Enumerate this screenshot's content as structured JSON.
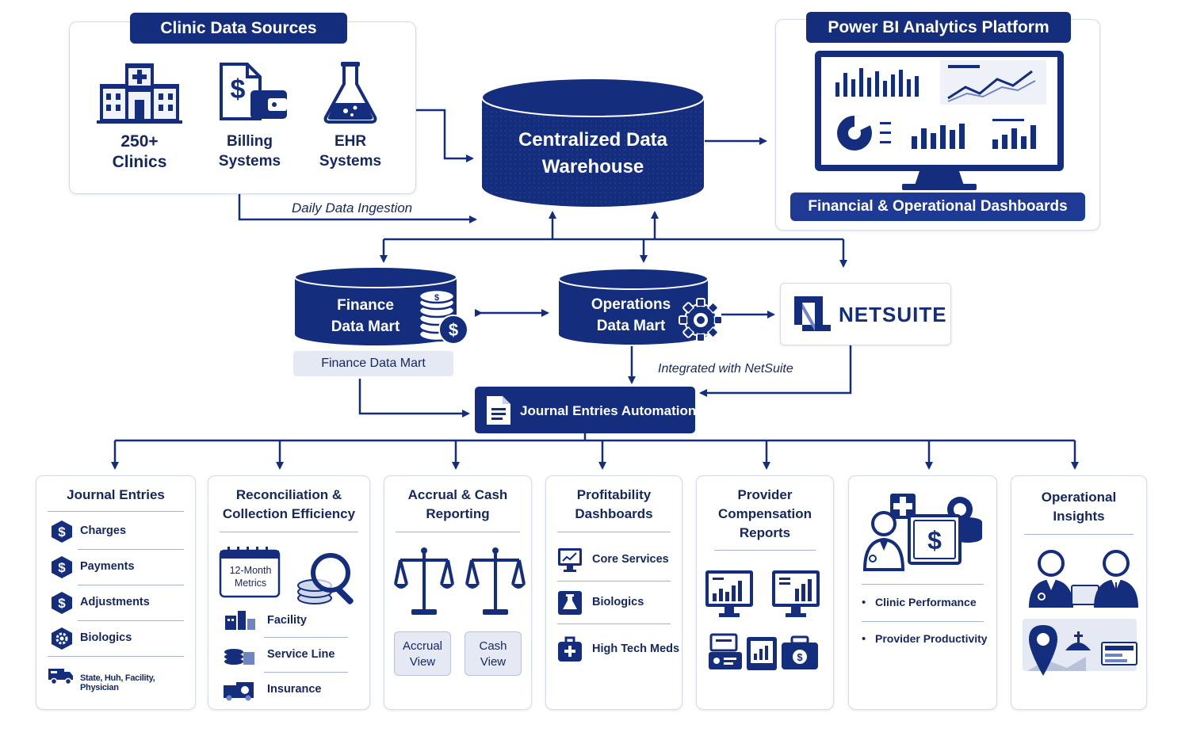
{
  "sources": {
    "title": "Clinic Data Sources",
    "items": [
      {
        "line1": "250+",
        "line2": "Clinics",
        "icon": "hospital-icon"
      },
      {
        "line1": "Billing",
        "line2": "Systems",
        "icon": "billing-icon"
      },
      {
        "line1": "EHR",
        "line2": "Systems",
        "icon": "flask-icon"
      }
    ],
    "ingestion_label": "Daily Data Ingestion"
  },
  "warehouse": {
    "line1": "Centralized Data",
    "line2": "Warehouse"
  },
  "powerbi": {
    "title": "Power BI Analytics Platform",
    "subtitle": "Financial & Operational Dashboards"
  },
  "marts": {
    "finance": {
      "line1": "Finance",
      "line2": "Data Mart",
      "caption": "Finance Data Mart"
    },
    "operations": {
      "line1": "Operations",
      "line2": "Data Mart"
    }
  },
  "netsuite": {
    "label": "NETSUITE",
    "integration_label": "Integrated with NetSuite"
  },
  "journal_automation": {
    "label": "Journal Entries Automation"
  },
  "cards": {
    "journal_entries": {
      "title": "Journal Entries",
      "items": [
        "Charges",
        "Payments",
        "Adjustments",
        "Biologics"
      ],
      "footer": "State, Huh, Facility, Physician"
    },
    "reconciliation": {
      "title_line1": "Reconciliation &",
      "title_line2": "Collection Efficiency",
      "calendar_line1": "12-Month",
      "calendar_line2": "Metrics",
      "items": [
        "Facility",
        "Service Line",
        "Insurance"
      ]
    },
    "accrual": {
      "title_line1": "Accrual & Cash",
      "title_line2": "Reporting",
      "accrual_line1": "Accrual",
      "accrual_line2": "View",
      "cash_line1": "Cash",
      "cash_line2": "View"
    },
    "profitability": {
      "title_line1": "Profitability",
      "title_line2": "Dashboards",
      "items": [
        "Core Services",
        "Biologics",
        "High Tech Meds"
      ]
    },
    "provider_comp": {
      "title_line1": "Provider",
      "title_line2": "Compensation",
      "title_line3": "Reports"
    },
    "performance": {
      "items": [
        "Clinic Performance",
        "Provider Productivity"
      ]
    },
    "operational": {
      "title_line1": "Operational",
      "title_line2": "Insights"
    }
  },
  "colors": {
    "navy": "#142d7d",
    "dark_navy": "#0f2468",
    "light_panel": "#e4e9f4",
    "border": "#d6dbe8"
  }
}
